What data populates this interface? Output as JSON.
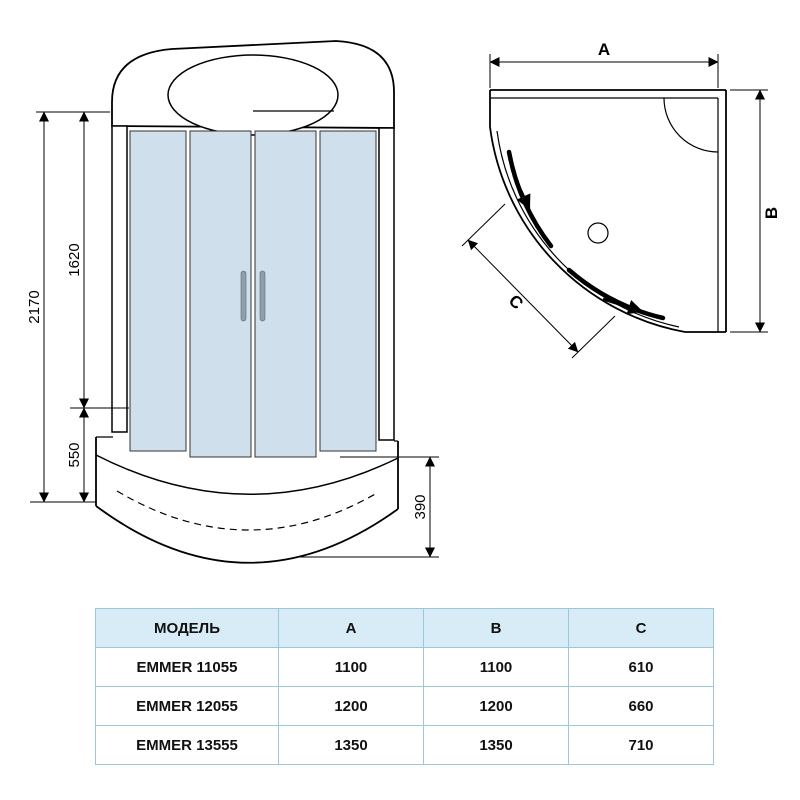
{
  "front_view": {
    "dims": {
      "total_height": "2170",
      "glass_height": "1620",
      "tray_height": "550",
      "tray_depth": "390"
    }
  },
  "top_view": {
    "labels": {
      "width": "A",
      "depth": "B",
      "front": "C"
    }
  },
  "table": {
    "headers": [
      "МОДЕЛЬ",
      "A",
      "B",
      "C"
    ],
    "rows": [
      [
        "EMMER 11055",
        "1100",
        "1100",
        "610"
      ],
      [
        "EMMER 12055",
        "1200",
        "1200",
        "660"
      ],
      [
        "EMMER 13555",
        "1350",
        "1350",
        "710"
      ]
    ]
  },
  "colors": {
    "glass": "#cfe0ec",
    "table_header_bg": "#d7ecf7",
    "table_border": "#9ec8da",
    "line": "#000000"
  }
}
